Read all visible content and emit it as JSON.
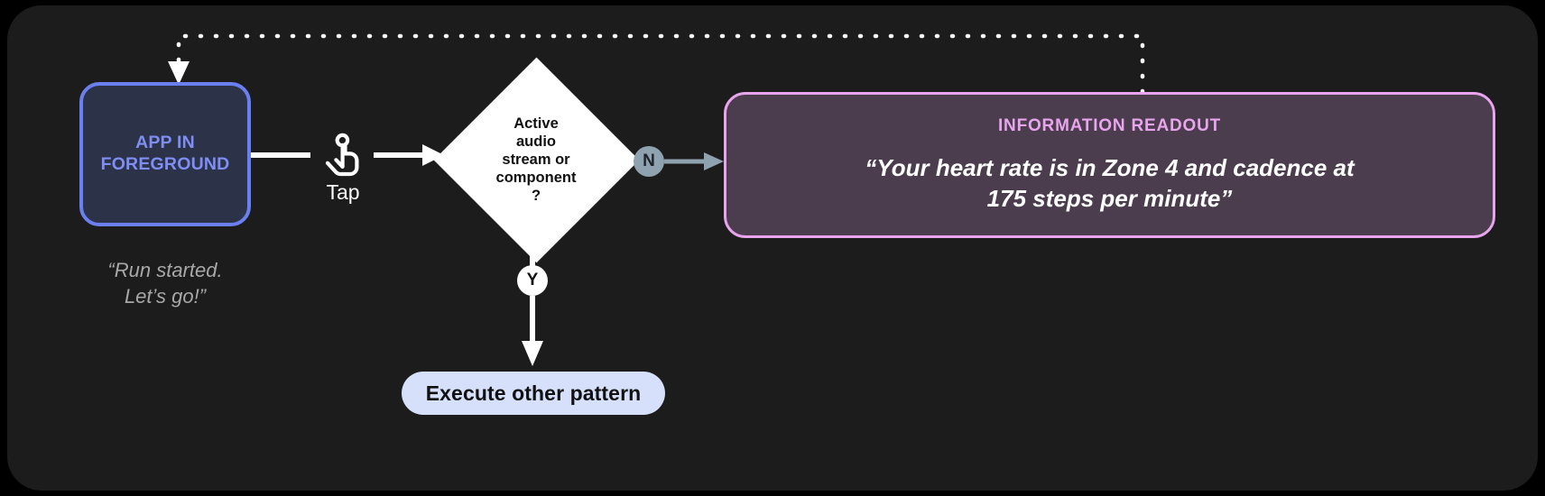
{
  "board": {
    "background": "#1c1c1c",
    "page_background": "#000000"
  },
  "nodes": {
    "app_foreground": {
      "label": "APP IN\nFOREGROUND",
      "text_color": "#7f8ef5",
      "border_color": "#6b7ff0",
      "fill_color": "#2c3247"
    },
    "app_caption": {
      "text": "“Run started.\nLet’s go!”",
      "color": "#a8a8a8"
    },
    "gesture": {
      "icon": "tap-icon",
      "label": "Tap",
      "color": "#ffffff"
    },
    "decision": {
      "label": "Active\naudio\nstream or\ncomponent\n?",
      "fill_color": "#ffffff",
      "text_color": "#111111"
    },
    "readout": {
      "title": "INFORMATION READOUT",
      "body": "“Your heart rate is in Zone 4 and cadence at\n175 steps per minute”",
      "title_color": "#e9a4ee",
      "border_color": "#e9a4ee",
      "fill_color": "#4b3d4e",
      "body_color": "#ffffff"
    },
    "execute_other": {
      "label": "Execute other pattern",
      "fill_color": "#d6e0fb",
      "text_color": "#111111"
    }
  },
  "branches": {
    "no_badge": {
      "label": "N",
      "fill_color": "#8fa2b0",
      "text_color": "#1d2328"
    },
    "yes_badge": {
      "label": "Y",
      "fill_color": "#ffffff",
      "text_color": "#111111"
    }
  },
  "connectors": {
    "app_to_tap": {
      "style": "solid",
      "color": "#ffffff"
    },
    "tap_to_decision": {
      "style": "solid-arrow",
      "color": "#ffffff"
    },
    "decision_to_readout": {
      "style": "solid-arrow",
      "color": "#8fa2b0"
    },
    "decision_to_execute": {
      "style": "solid-arrow",
      "color": "#ffffff"
    },
    "readout_back_to_app": {
      "style": "dotted-arrow",
      "color": "#ffffff"
    }
  }
}
